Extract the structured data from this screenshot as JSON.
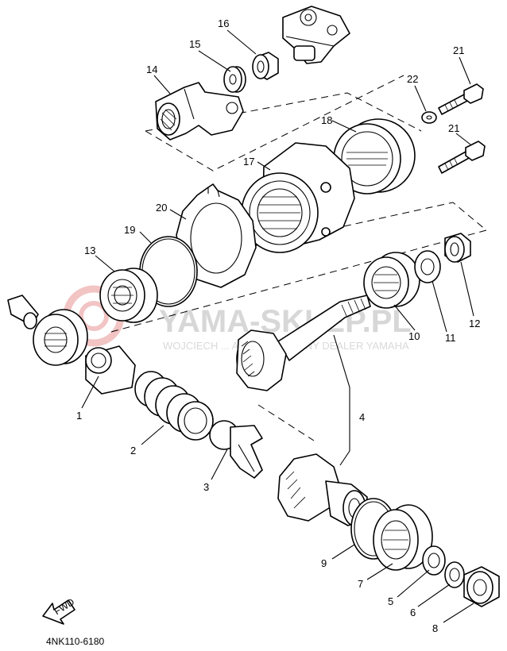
{
  "watermark": {
    "title": "YAMA-SKLEP.PL",
    "subtitle": "WOJCIECH ... AUTORYZOWANY DEALER YAMAHA"
  },
  "diagram_code": "4NK110-6180",
  "fwd_label": "FWD",
  "callouts": [
    "1",
    "2",
    "3",
    "4",
    "5",
    "6",
    "7",
    "8",
    "9",
    "10",
    "11",
    "12",
    "13",
    "14",
    "15",
    "16",
    "17",
    "18",
    "19",
    "20",
    "21",
    "21",
    "22"
  ]
}
